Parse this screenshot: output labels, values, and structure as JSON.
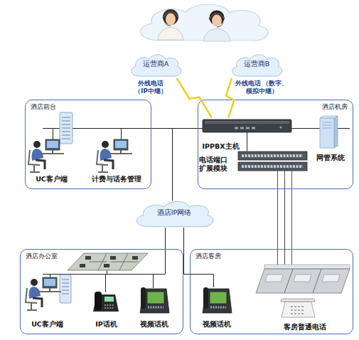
{
  "diagram": {
    "nodes": [
      {
        "text": [
          "运营商A"
        ]
      },
      {
        "text": [
          "运营商B"
        ]
      },
      {
        "text": [
          "酒店前台"
        ]
      },
      {
        "text": [
          "UC客户端"
        ],
        "in": 2
      },
      {
        "text": [
          "计费与话务管理"
        ],
        "in": 2
      },
      {
        "text": [
          "酒店机房"
        ]
      },
      {
        "text": [
          "IPPBX主机"
        ],
        "in": 5
      },
      {
        "text": [
          "电话端口扩展模块"
        ],
        "in": 5
      },
      {
        "text": [
          "网管系统"
        ],
        "in": 5
      },
      {
        "text": [
          "酒店IP网络"
        ]
      },
      {
        "text": [
          "酒店办公室"
        ]
      },
      {
        "text": [
          "UC客户端"
        ],
        "in": 10
      },
      {
        "text": [
          "IP话机"
        ],
        "in": 10
      },
      {
        "text": [
          "视频话机"
        ],
        "in": 10
      },
      {
        "text": [
          "酒店客房"
        ]
      },
      {
        "text": [
          "视频话机"
        ],
        "in": 14
      },
      {
        "text": [
          "客房普通电话"
        ],
        "in": 14
      }
    ],
    "edges": [
      {
        "from": 0,
        "to": 6,
        "arrow": "none",
        "label": "外线电话 （IP中继）"
      },
      {
        "from": 1,
        "to": 6,
        "arrow": "none",
        "label": "外线电话 （数字、模拟中继）"
      },
      {
        "from": 6,
        "to": 7,
        "arrow": "none"
      },
      {
        "from": 7,
        "to": 16,
        "arrow": "none"
      }
    ]
  }
}
